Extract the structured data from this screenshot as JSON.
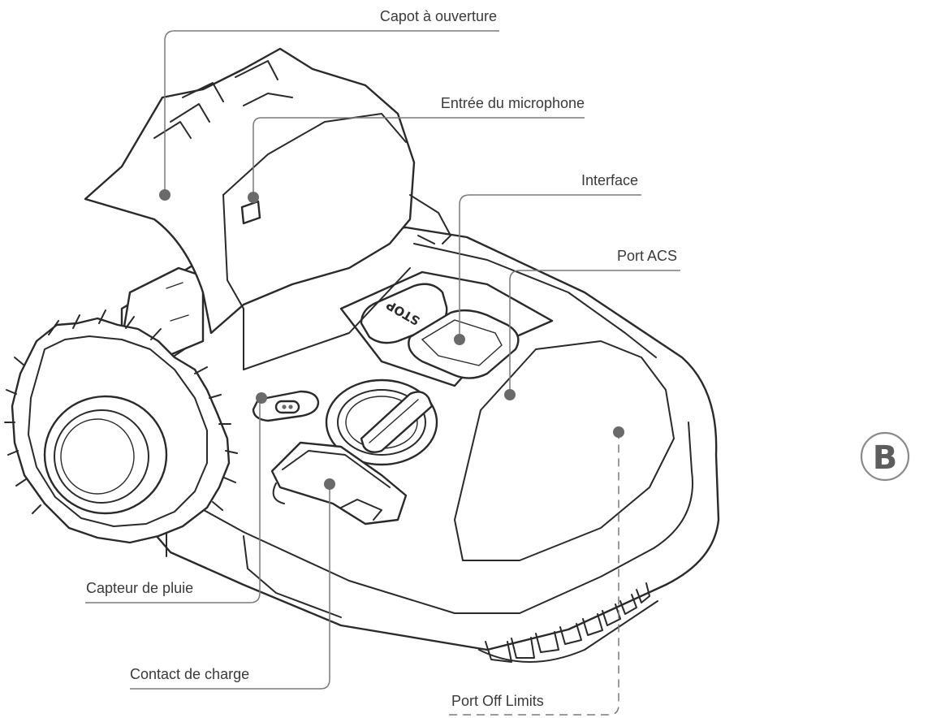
{
  "diagram": {
    "badge": "B",
    "stop_button_text": "STOP",
    "callouts": [
      {
        "id": "capot",
        "label": "Capot à ouverture"
      },
      {
        "id": "microphone",
        "label": "Entrée du microphone"
      },
      {
        "id": "interface",
        "label": "Interface"
      },
      {
        "id": "acs",
        "label": "Port ACS"
      },
      {
        "id": "pluie",
        "label": "Capteur de pluie"
      },
      {
        "id": "charge",
        "label": "Contact de charge"
      },
      {
        "id": "offlimits",
        "label": "Port Off Limits"
      }
    ],
    "colors": {
      "outline": "#2a2a2a",
      "leader": "#7a7a7a",
      "text": "#3a3a3a",
      "badge": "#5d5d5d"
    }
  }
}
